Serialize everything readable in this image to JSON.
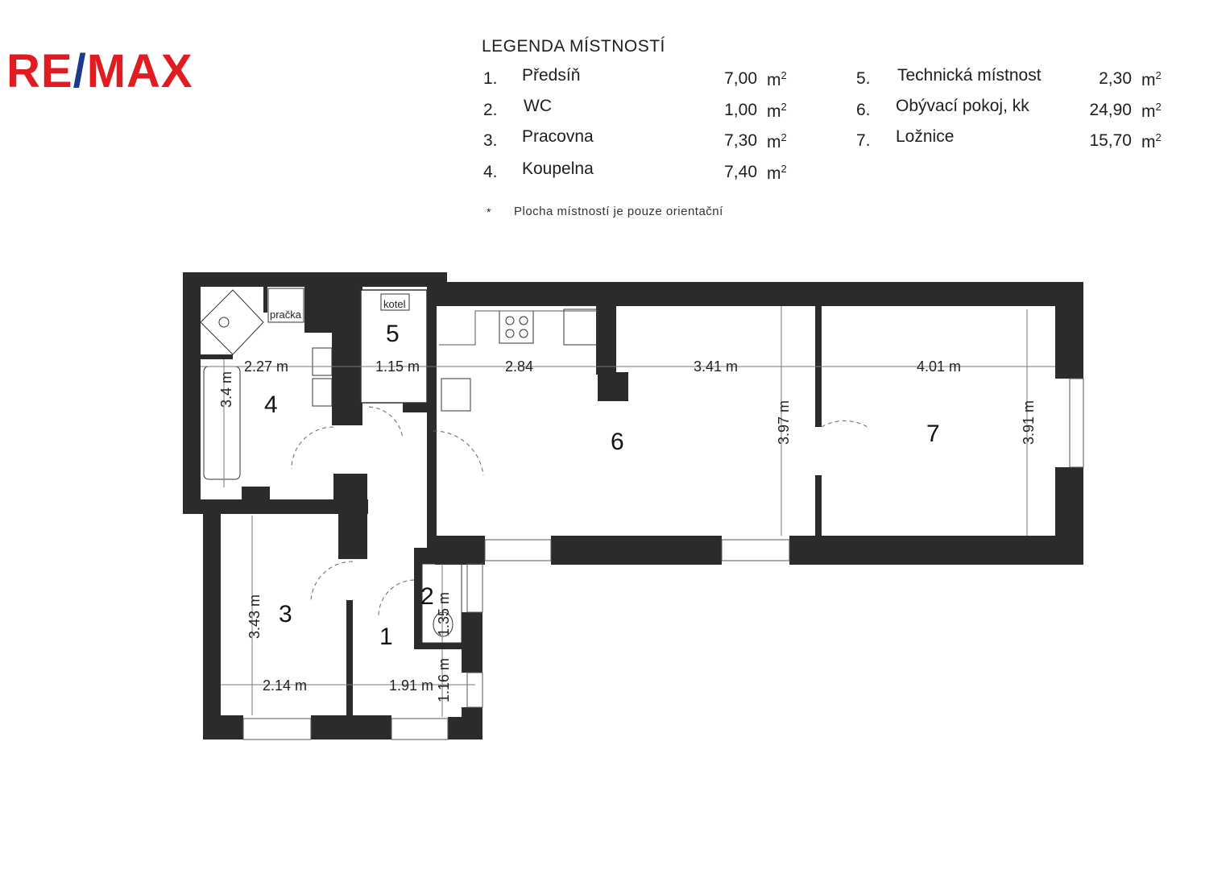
{
  "brand": {
    "logo_left": "RE",
    "logo_slash": "/",
    "logo_right": "MAX"
  },
  "legend": {
    "title": "LEGENDA MÍSTNOSTÍ",
    "unit": "m",
    "unit_exp": "2",
    "rooms": [
      {
        "num": "1.",
        "name": "Předsíň",
        "area": "7,00"
      },
      {
        "num": "2.",
        "name": "WC",
        "area": "1,00"
      },
      {
        "num": "3.",
        "name": "Pracovna",
        "area": "7,30"
      },
      {
        "num": "4.",
        "name": "Koupelna",
        "area": "7,40"
      },
      {
        "num": "5.",
        "name": "Technická místnost",
        "area": "2,30"
      },
      {
        "num": "6.",
        "name": "Obývací pokoj, kk",
        "area": "24,90"
      },
      {
        "num": "7.",
        "name": "Ložnice",
        "area": "15,70"
      }
    ],
    "note_star": "*",
    "note": "Plocha místností je pouze orientační"
  },
  "plan": {
    "room_labels": [
      "1",
      "2",
      "3",
      "4",
      "5",
      "6",
      "7"
    ],
    "fixtures": {
      "washer": "pračka",
      "boiler": "kotel"
    },
    "dims": {
      "r4_w": "2.27 m",
      "r4_h": "3.4 m",
      "r5_w": "1.15 m",
      "r6_w1": "2.84",
      "r6_w2": "3.41 m",
      "r6_h": "3.97 m",
      "r7_w": "4.01 m",
      "r7_h": "3.91 m",
      "r3_h": "3.43 m",
      "r3_w": "2.14 m",
      "r1_w": "1.91 m",
      "r1_h": "1.16 m",
      "r2_h": "1.35 m"
    }
  }
}
